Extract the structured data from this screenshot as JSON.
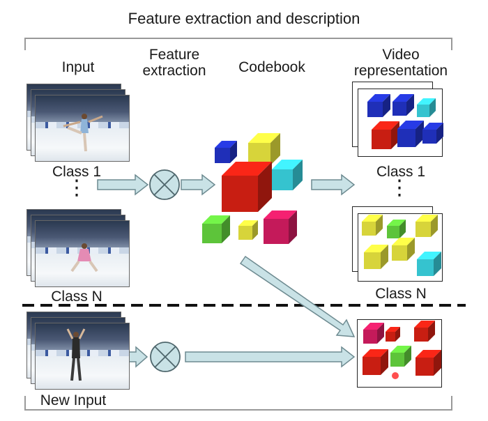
{
  "title": "Feature extraction and description",
  "headers": {
    "input": "Input",
    "feature_extraction": [
      "Feature",
      "extraction"
    ],
    "codebook": "Codebook",
    "video_representation": [
      "Video",
      "representation"
    ]
  },
  "labels": {
    "class_1_left": "Class 1",
    "class_n_left": "Class N",
    "class_1_right": "Class 1",
    "class_n_right": "Class N",
    "new_input": "New Input",
    "dots": "⋮"
  },
  "colors": {
    "arrow_fill": "#c9e2e6",
    "arrow_stroke": "#6d8a90",
    "cube_blue": "#1f2fb8",
    "cube_yellow": "#d7d43a",
    "cube_red": "#c81e12",
    "cube_cyan": "#35c3cf",
    "cube_green": "#5dc43a",
    "cube_magenta": "#c41a5a",
    "dashed_line": "#111111"
  },
  "icons": [
    "extraction-operator-icon",
    "codebook-cube-icon",
    "arrow-icon"
  ]
}
